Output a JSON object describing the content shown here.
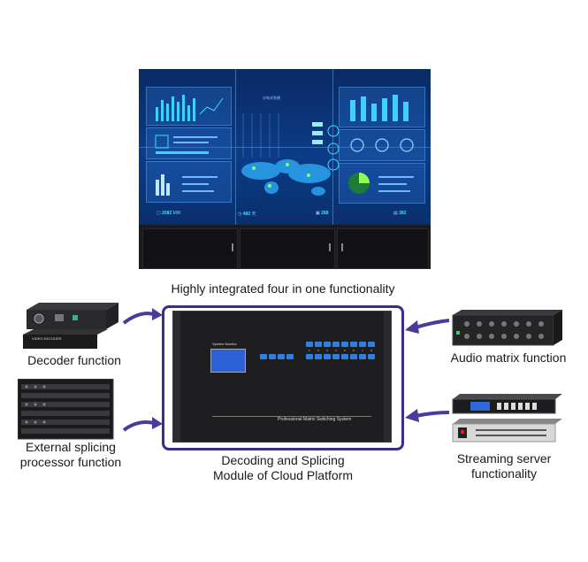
{
  "wall": {
    "screen_title": "分布式系统",
    "ticker": [
      {
        "prefix": "",
        "value": "2082",
        "unit": "MW"
      },
      {
        "prefix": "",
        "value": "482",
        "unit": "天"
      },
      {
        "prefix": "",
        "value": "288",
        "unit": ""
      },
      {
        "prefix": "",
        "value": "382",
        "unit": ""
      }
    ]
  },
  "labels": {
    "top_caption": "Highly integrated four in one functionality",
    "decoder": "Decoder function",
    "audio": "Audio matrix function",
    "splicing_line1": "External splicing",
    "splicing_line2": "processor function",
    "center_line1": "Decoding and Splicing",
    "center_line2": "Module of Cloud Platform",
    "streaming_line1": "Streaming server",
    "streaming_line2": "functionality"
  },
  "chassis": {
    "system_monitor": "System Monitor",
    "system_name": "Professional Matrix Switching System",
    "key_labels": [
      "1",
      "2",
      "3",
      "4",
      "5",
      "6",
      "7",
      "8"
    ]
  },
  "decoder_device": {
    "front_text": "VIDEO DECODER"
  },
  "colors": {
    "frame": "#3d2a8c",
    "arrow": "#4a3a9a",
    "screen": "#0b3c86"
  }
}
